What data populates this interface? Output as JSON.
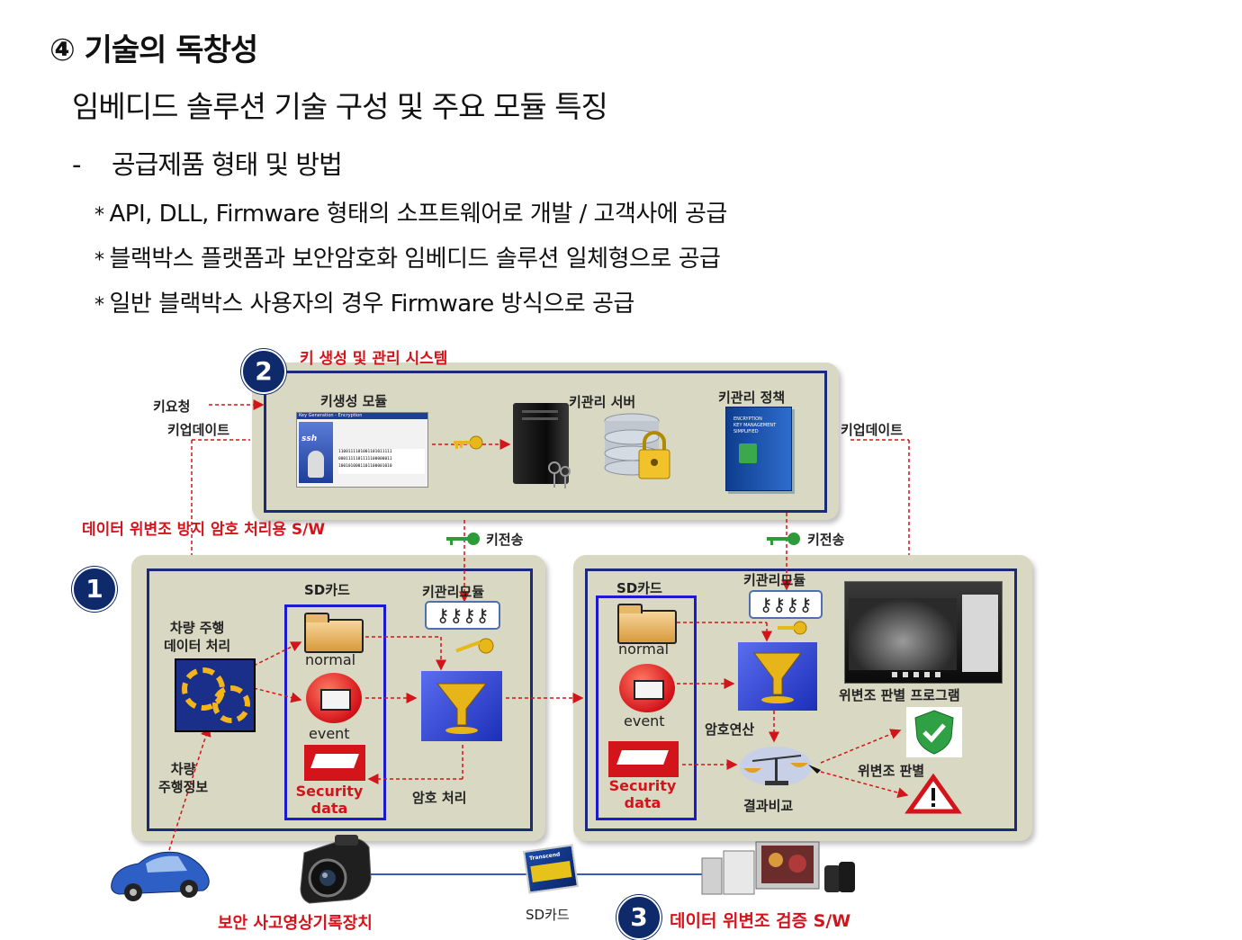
{
  "heading": {
    "title": "④ 기술의 독창성",
    "subtitle": "임베디드 솔루션 기술 구성 및 주요 모듈 특징",
    "section_dash": "-",
    "section": "공급제품 형태 및 방법"
  },
  "bullets": [
    "API, DLL, Firmware 형태의 소프트웨어로 개발 / 고객사에 공급",
    "블랙박스 플랫폼과 보안암호화 임베디드 솔루션 일체형으로 공급",
    "일반 블랙박스 사용자의 경우 Firmware 방식으로 공급"
  ],
  "bullet_marker": "*",
  "diagram": {
    "badge_1": "1",
    "badge_2": "2",
    "badge_3": "3",
    "key_system_title": "키 생성 및 관리 시스템",
    "key_request": "키요청",
    "key_update_left": "키업데이트",
    "key_update_right": "키업데이트",
    "keygen_module": "키생성 모듈",
    "key_server": "키관리 서버",
    "key_policy": "키관리 정책",
    "sw_title_1": "데이터 위변조 방지 암호 처리용 S/W",
    "key_transfer_1": "키전송",
    "key_transfer_2": "키전송",
    "sd_card_1": "SD카드",
    "sd_card_2": "SD카드",
    "sd_card_bottom": "SD카드",
    "key_mgmt_module_1": "키관리모듈",
    "key_mgmt_module_2": "키관리모듈",
    "vehicle_data": "차량 주행\n데이터 처리",
    "vehicle_info": "차량\n주행정보",
    "normal_1": "normal",
    "event_1": "event",
    "security_1": "Security\ndata",
    "normal_2": "normal",
    "event_2": "event",
    "security_2": "Security\ndata",
    "encrypt_process": "암호 처리",
    "encrypt_op": "암호연산",
    "compare": "결과비교",
    "forgery_program": "위변조 판별 프로그램",
    "forgery_judge": "위변조 판별",
    "recorder": "보안 사고영상기록장치",
    "sw_title_3": "데이터 위변조 검증 S/W",
    "keygen_window_title": "Key Generation - Encryption",
    "keygen_window_logo": "ssh",
    "keygen_window_bits": "1100111101001101011111\n0001111101111100000011\n1001010001101100001010",
    "policy_book_text": "ENCRYPTION\nKEY MANAGEMENT\nSIMPLIFIED",
    "sd_label": "Transcend"
  },
  "colors": {
    "panel": "#d9d8c2",
    "navy": "#0e2a6b",
    "red": "#d4141b",
    "blue_box": "#1a1ad0"
  }
}
